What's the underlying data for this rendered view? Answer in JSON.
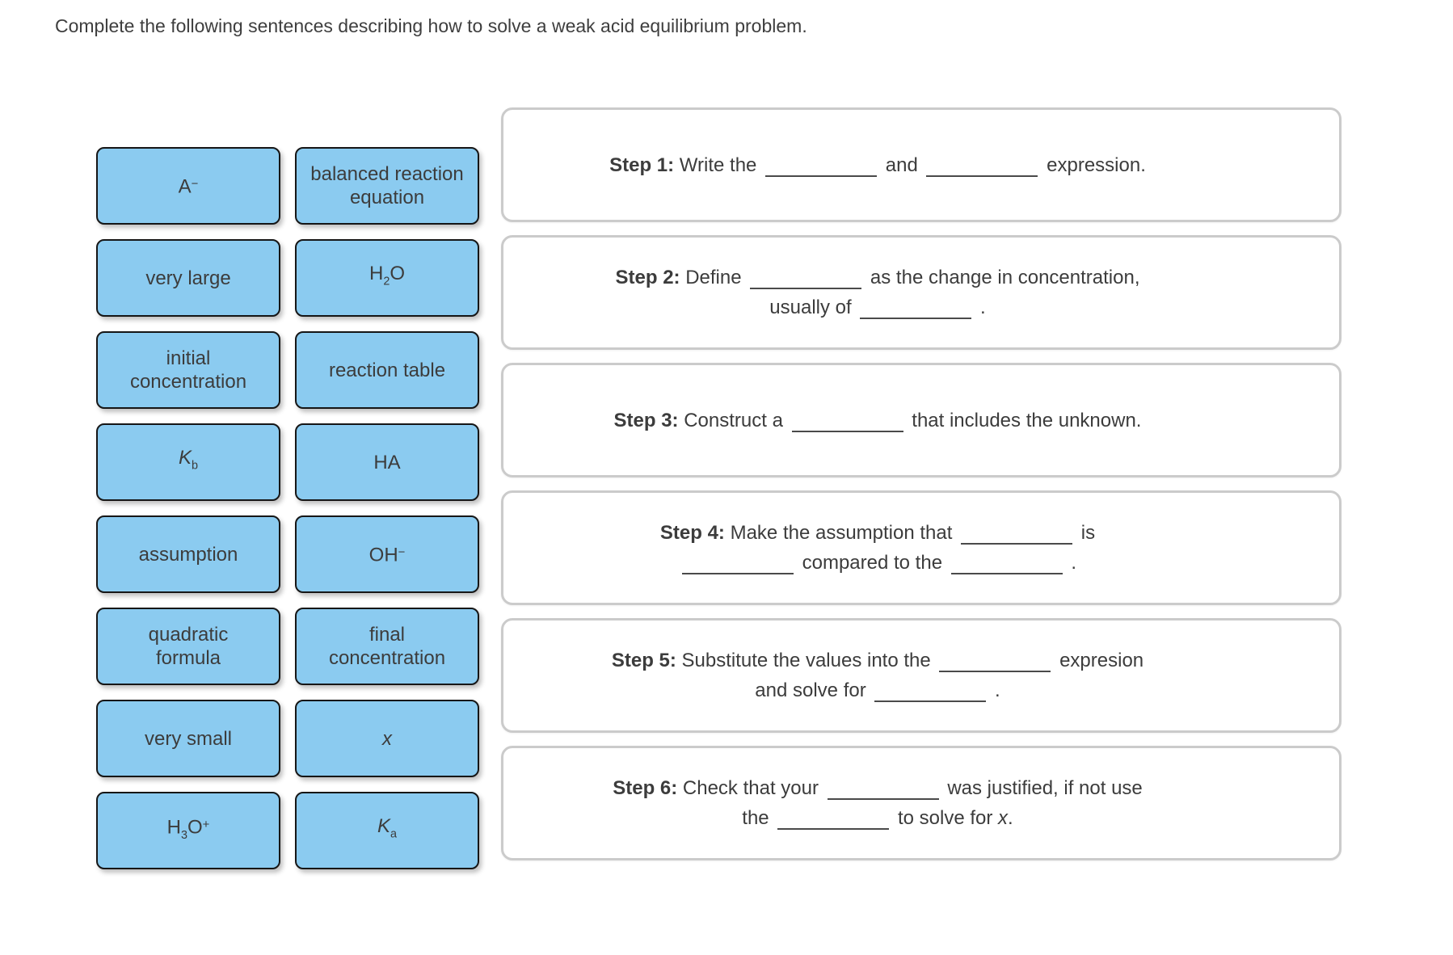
{
  "title": "Complete the following sentences describing how to solve a weak acid equilibrium problem.",
  "colors": {
    "tile_fill": "#8bcbf0",
    "tile_border": "#161616",
    "box_border": "#cbcbcb",
    "text": "#3c3c3c",
    "background": "#ffffff"
  },
  "word_bank": {
    "tiles": [
      {
        "id": "a-minus",
        "lines": [
          [
            {
              "t": "A"
            },
            {
              "sup": "−"
            }
          ]
        ]
      },
      {
        "id": "balanced-reaction-equation",
        "lines": [
          [
            {
              "t": "balanced reaction"
            }
          ],
          [
            {
              "t": "equation"
            }
          ]
        ]
      },
      {
        "id": "very-large",
        "lines": [
          [
            {
              "t": "very large"
            }
          ]
        ]
      },
      {
        "id": "h2o",
        "lines": [
          [
            {
              "t": "H"
            },
            {
              "sub": "2"
            },
            {
              "t": "O"
            }
          ]
        ]
      },
      {
        "id": "initial-concentration",
        "lines": [
          [
            {
              "t": "initial"
            }
          ],
          [
            {
              "t": "concentration"
            }
          ]
        ]
      },
      {
        "id": "reaction-table",
        "lines": [
          [
            {
              "t": "reaction table"
            }
          ]
        ]
      },
      {
        "id": "kb",
        "lines": [
          [
            {
              "i": "K"
            },
            {
              "sub": "b"
            }
          ]
        ]
      },
      {
        "id": "ha",
        "lines": [
          [
            {
              "t": "HA"
            }
          ]
        ]
      },
      {
        "id": "assumption",
        "lines": [
          [
            {
              "t": "assumption"
            }
          ]
        ]
      },
      {
        "id": "oh-minus",
        "lines": [
          [
            {
              "t": "OH"
            },
            {
              "sup": "−"
            }
          ]
        ]
      },
      {
        "id": "quadratic-formula",
        "lines": [
          [
            {
              "t": "quadratic"
            }
          ],
          [
            {
              "t": "formula"
            }
          ]
        ]
      },
      {
        "id": "final-concentration",
        "lines": [
          [
            {
              "t": "final"
            }
          ],
          [
            {
              "t": "concentration"
            }
          ]
        ]
      },
      {
        "id": "very-small",
        "lines": [
          [
            {
              "t": "very small"
            }
          ]
        ]
      },
      {
        "id": "x",
        "lines": [
          [
            {
              "i": "x"
            }
          ]
        ]
      },
      {
        "id": "h3o-plus",
        "lines": [
          [
            {
              "t": "H"
            },
            {
              "sub": "3"
            },
            {
              "t": "O"
            },
            {
              "sup": "+"
            }
          ]
        ]
      },
      {
        "id": "ka",
        "lines": [
          [
            {
              "i": "K"
            },
            {
              "sub": "a"
            }
          ]
        ]
      }
    ]
  },
  "steps": [
    {
      "id": "step-1",
      "lines": [
        [
          {
            "b": "Step 1:"
          },
          {
            "t": " Write the "
          },
          {
            "blank": true
          },
          {
            "t": " and "
          },
          {
            "blank": true
          },
          {
            "t": " expression."
          }
        ]
      ]
    },
    {
      "id": "step-2",
      "lines": [
        [
          {
            "b": "Step 2:"
          },
          {
            "t": " Define "
          },
          {
            "blank": true
          },
          {
            "t": " as the change in concentration,"
          }
        ],
        [
          {
            "t": "usually of "
          },
          {
            "blank": true
          },
          {
            "t": " ."
          }
        ]
      ]
    },
    {
      "id": "step-3",
      "lines": [
        [
          {
            "b": "Step 3:"
          },
          {
            "t": " Construct a "
          },
          {
            "blank": true
          },
          {
            "t": " that includes the unknown."
          }
        ]
      ]
    },
    {
      "id": "step-4",
      "lines": [
        [
          {
            "b": "Step 4:"
          },
          {
            "t": " Make the assumption that "
          },
          {
            "blank": true
          },
          {
            "t": " is"
          }
        ],
        [
          {
            "blank": true
          },
          {
            "t": " compared to the "
          },
          {
            "blank": true
          },
          {
            "t": " ."
          }
        ]
      ]
    },
    {
      "id": "step-5",
      "lines": [
        [
          {
            "b": "Step 5:"
          },
          {
            "t": " Substitute the values into the "
          },
          {
            "blank": true
          },
          {
            "t": " expresion"
          }
        ],
        [
          {
            "t": "and solve for "
          },
          {
            "blank": true
          },
          {
            "t": " ."
          }
        ]
      ]
    },
    {
      "id": "step-6",
      "lines": [
        [
          {
            "b": "Step 6:"
          },
          {
            "t": " Check that your "
          },
          {
            "blank": true
          },
          {
            "t": " was justified, if not use"
          }
        ],
        [
          {
            "t": "the "
          },
          {
            "blank": true
          },
          {
            "t": " to solve for "
          },
          {
            "i": "x"
          },
          {
            "t": "."
          }
        ]
      ]
    }
  ]
}
